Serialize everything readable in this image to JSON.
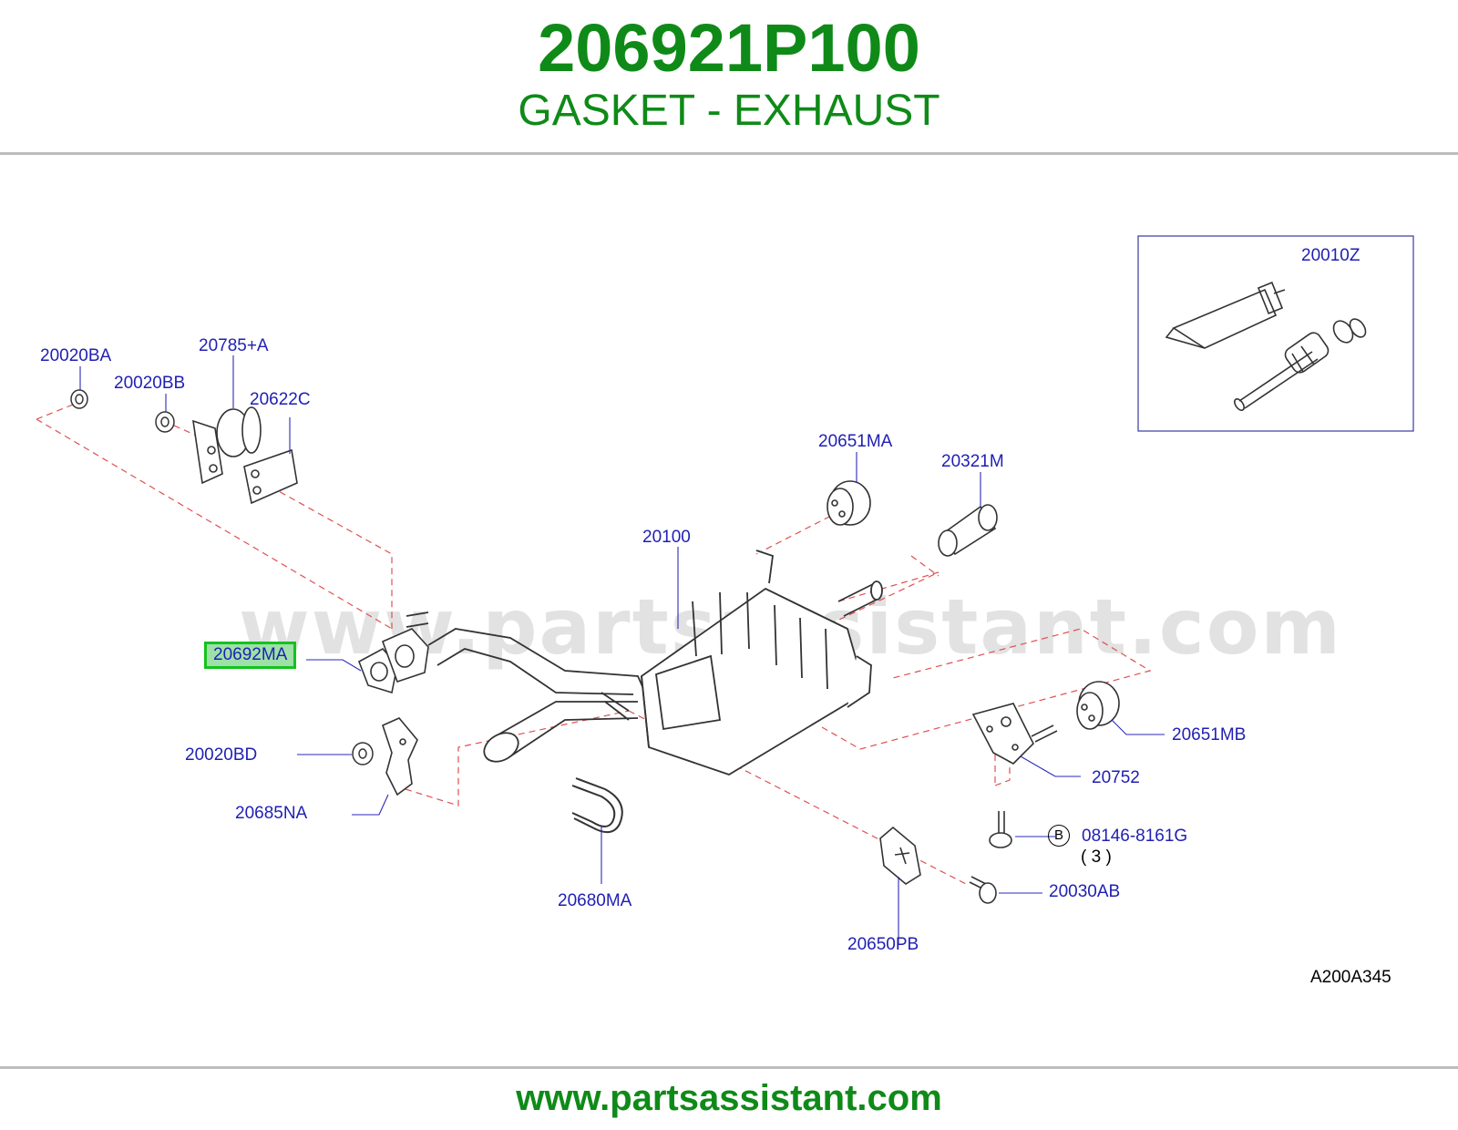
{
  "header": {
    "part_number": "206921P100",
    "part_name": "GASKET - EXHAUST"
  },
  "watermark": "www.partsassistant.com",
  "footer": {
    "url": "www.partsassistant.com"
  },
  "diagram": {
    "reference_code": "A200A345",
    "inset_label": "20010Z",
    "bolt_badge": "B",
    "bolt_quantity": "( 3 )",
    "highlighted_part": "20692MA",
    "callouts": {
      "c20020BA": "20020BA",
      "c20785A": "20785+A",
      "c20020BB": "20020BB",
      "c20622C": "20622C",
      "c20651MA": "20651MA",
      "c20321M": "20321M",
      "c20100": "20100",
      "c20692MA": "20692MA",
      "c20020BD": "20020BD",
      "c20685NA": "20685NA",
      "c20680MA": "20680MA",
      "c20651MB": "20651MB",
      "c20752": "20752",
      "c08146": "08146-8161G",
      "c20030AB": "20030AB",
      "c20650PB": "20650PB"
    },
    "colors": {
      "title": "#0f8a18",
      "callout_text": "#1f1fb4",
      "leader_line": "#2a2ab8",
      "dashed_line": "#e05050",
      "highlight_fill": "#9de0a8",
      "highlight_border": "#14c21e"
    }
  }
}
